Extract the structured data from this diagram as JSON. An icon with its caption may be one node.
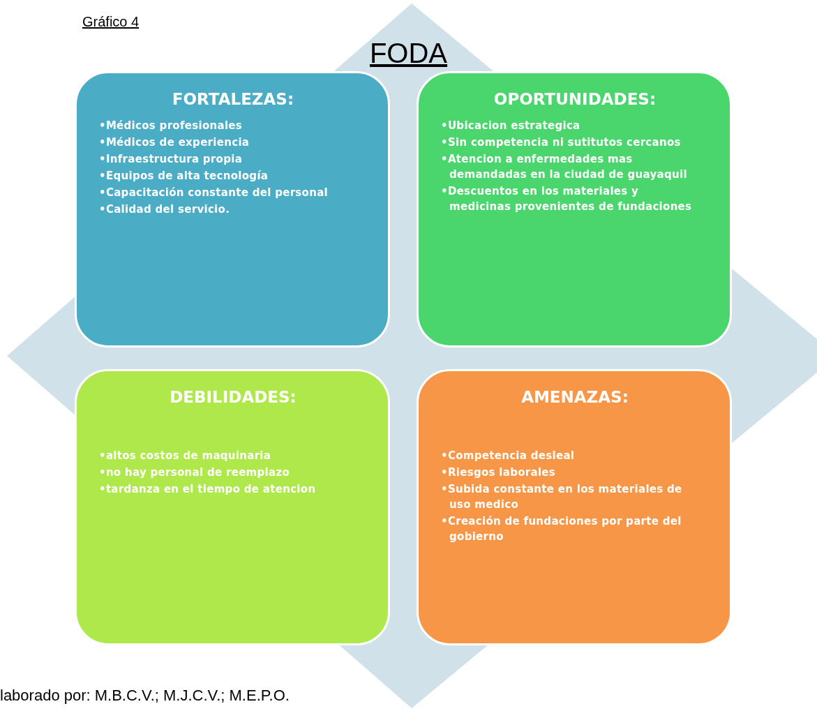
{
  "diagram": {
    "title": "FODA",
    "caption": "laborado por: M.B.C.V.; M.J.C.V.; M.E.P.O.",
    "nodes": [
      {
        "text": [
          "FORTALEZAS:",
          "•Médicos profesionales",
          "•Médicos de experiencia",
          "•Infraestructura propia",
          "•Equipos de alta tecnología",
          "•Capacitación constante del personal",
          "•Calidad del servicio."
        ]
      },
      {
        "text": [
          "OPORTUNIDADES:",
          "•Ubicacion estrategica",
          "•Sin competencia ni sutitutos cercanos",
          "•Atencion a enfermedades mas demandadas en la ciudad de guayaquil",
          "•Descuentos en los materiales y medicinas provenientes de fundaciones"
        ]
      },
      {
        "text": [
          "DEBILIDADES:",
          "•altos costos de maquinaria",
          "•no hay personal de reemplazo",
          "•tardanza en el tiempo de atencion"
        ]
      },
      {
        "text": [
          "AMENAZAS:",
          "•Competencia desleal",
          "•Riesgos laborales",
          "•Subida constante en los materiales de uso medico",
          "•Creación de fundaciones por parte del gobierno"
        ]
      }
    ],
    "edges": [],
    "labels": [
      "Gráfico 4"
    ]
  }
}
